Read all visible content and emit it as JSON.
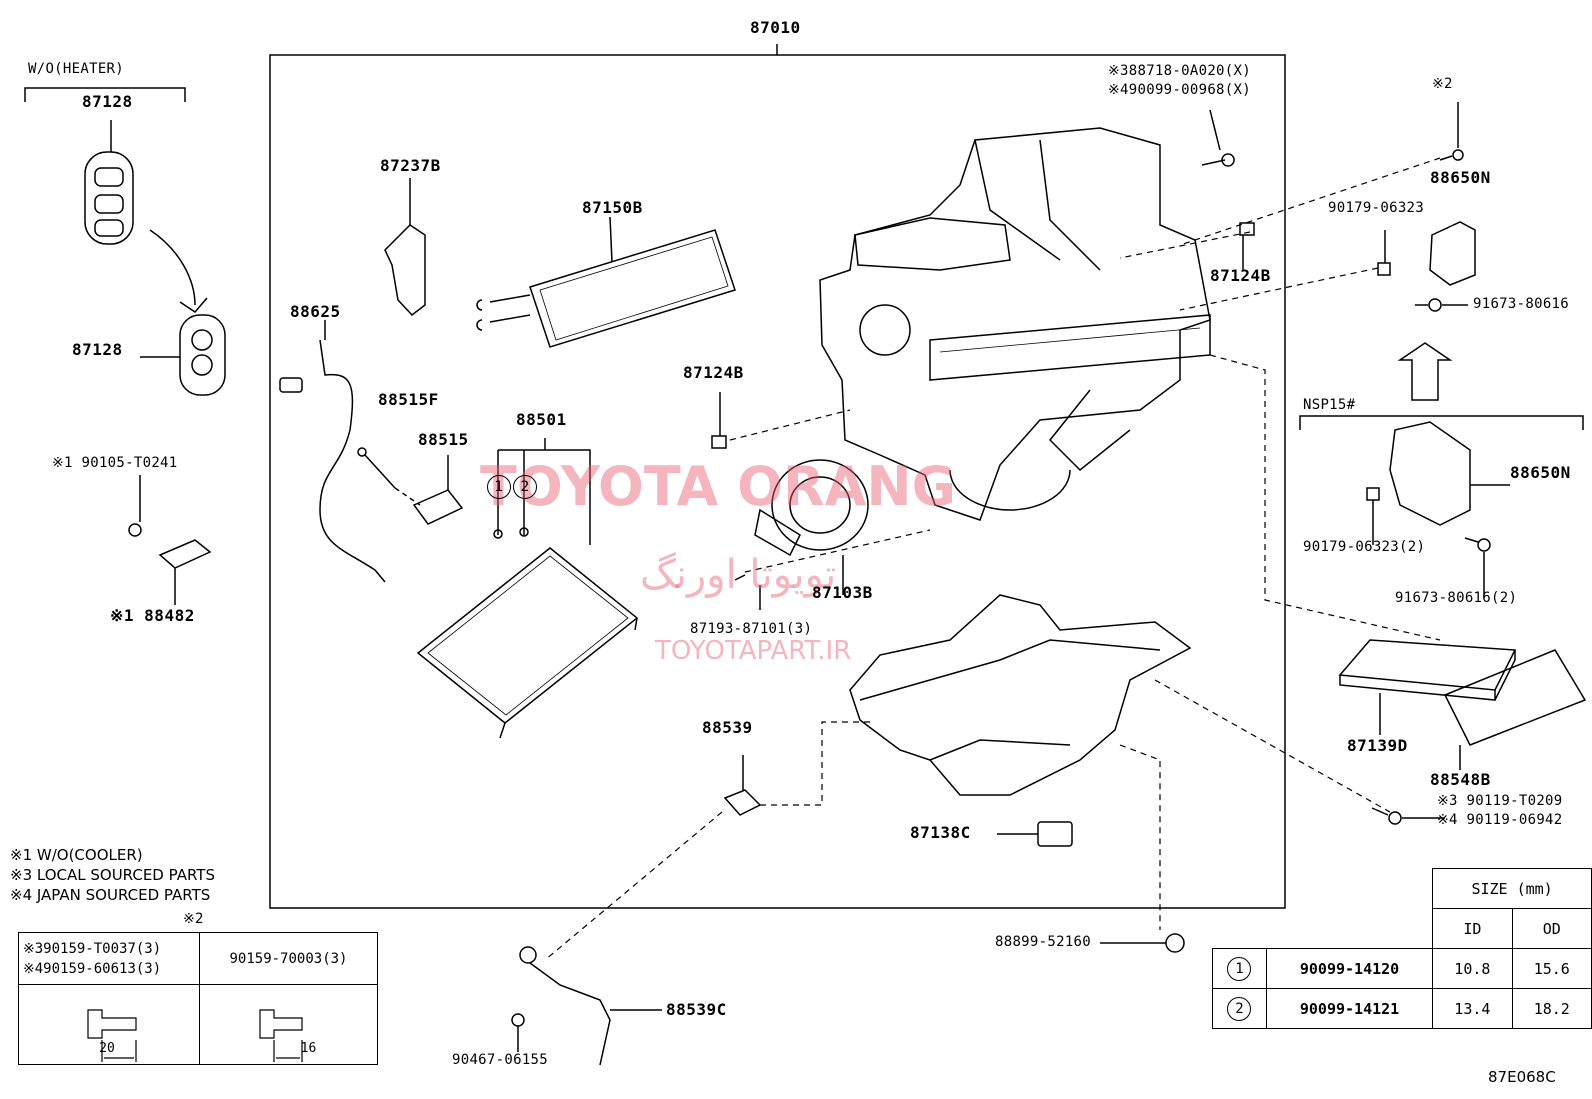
{
  "top_assembly": "87010",
  "heater_group": {
    "caption": "W/O(HEATER)",
    "part_top": "87128",
    "part_bottom": "87128"
  },
  "nsp_group": {
    "caption": "NSP15#"
  },
  "labels": {
    "p87237B": "87237B",
    "p87150B": "87150B",
    "p88625": "88625",
    "p88515F": "88515F",
    "p88515": "88515",
    "p88501": "88501",
    "p87124B_mid": "87124B",
    "p87124B_top": "87124B",
    "p87103B": "87103B",
    "p87193": "87193-87101(3)",
    "p88539": "88539",
    "p88539C": "88539C",
    "p90467": "90467-06155",
    "p87138C": "87138C",
    "p88899": "88899-52160",
    "p88718": "※388718-0A020(X)",
    "p90099_968": "※490099-00968(X)",
    "p_note2": "※2",
    "p88650N_top": "88650N",
    "p90179_top": "90179-06323",
    "p91673_top": "91673-80616",
    "p88650N_bot": "88650N",
    "p90179_bot": "90179-06323(2)",
    "p91673_bot": "91673-80616(2)",
    "p87139D": "87139D",
    "p88548B": "88548B",
    "p90119_3": "※3 90119-T0209",
    "p90119_4": "※4 90119-06942",
    "p90105": "※1 90105-T0241",
    "p88482": "※1 88482",
    "circle1": "1",
    "circle2": "2"
  },
  "notes": {
    "n1": "※1 W/O(COOLER)",
    "n3": "※3 LOCAL SOURCED PARTS",
    "n4": "※4 JAPAN SOURCED PARTS"
  },
  "bolt_table": {
    "mark": "※2",
    "col1_line1": "※390159-T0037(3)",
    "col1_line2": "※490159-60613(3)",
    "col2": "90159-70003(3)",
    "len1": "20",
    "len2": "16"
  },
  "size_table": {
    "header": "SIZE (mm)",
    "col_id": "ID",
    "col_od": "OD",
    "rows": [
      {
        "num": "1",
        "part": "90099-14120",
        "id": "10.8",
        "od": "15.6"
      },
      {
        "num": "2",
        "part": "90099-14121",
        "id": "13.4",
        "od": "18.2"
      }
    ]
  },
  "watermark": {
    "line1": "TOYOTA ORANG",
    "line2": "تویوتا اورنگ",
    "line3": "TOYOTAPART.IR"
  },
  "figure_code": "87E068C",
  "colors": {
    "ink": "#000000",
    "watermark": "#e65a6e"
  }
}
